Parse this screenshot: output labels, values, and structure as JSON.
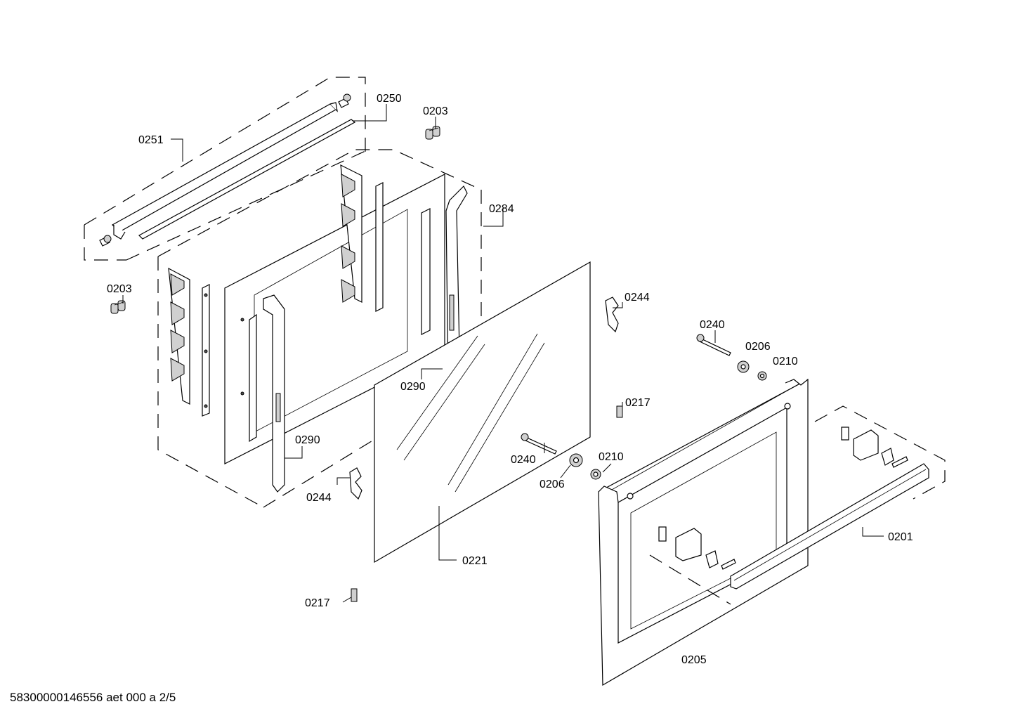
{
  "labels": {
    "l0250": "0250",
    "l0203_top": "0203",
    "l0251": "0251",
    "l0284": "0284",
    "l0203_left": "0203",
    "l0244_right": "0244",
    "l0240_top": "0240",
    "l0206_top": "0206",
    "l0210_top": "0210",
    "l0290_a": "0290",
    "l0217_right": "0217",
    "l0290_b": "0290",
    "l0240_mid": "0240",
    "l0210_mid": "0210",
    "l0206_mid": "0206",
    "l0244_left": "0244",
    "l0201": "0201",
    "l0221": "0221",
    "l0217_left": "0217",
    "l0205": "0205"
  },
  "footer": {
    "drawing_id": "58300000146556 aet 000 a 2/5"
  }
}
